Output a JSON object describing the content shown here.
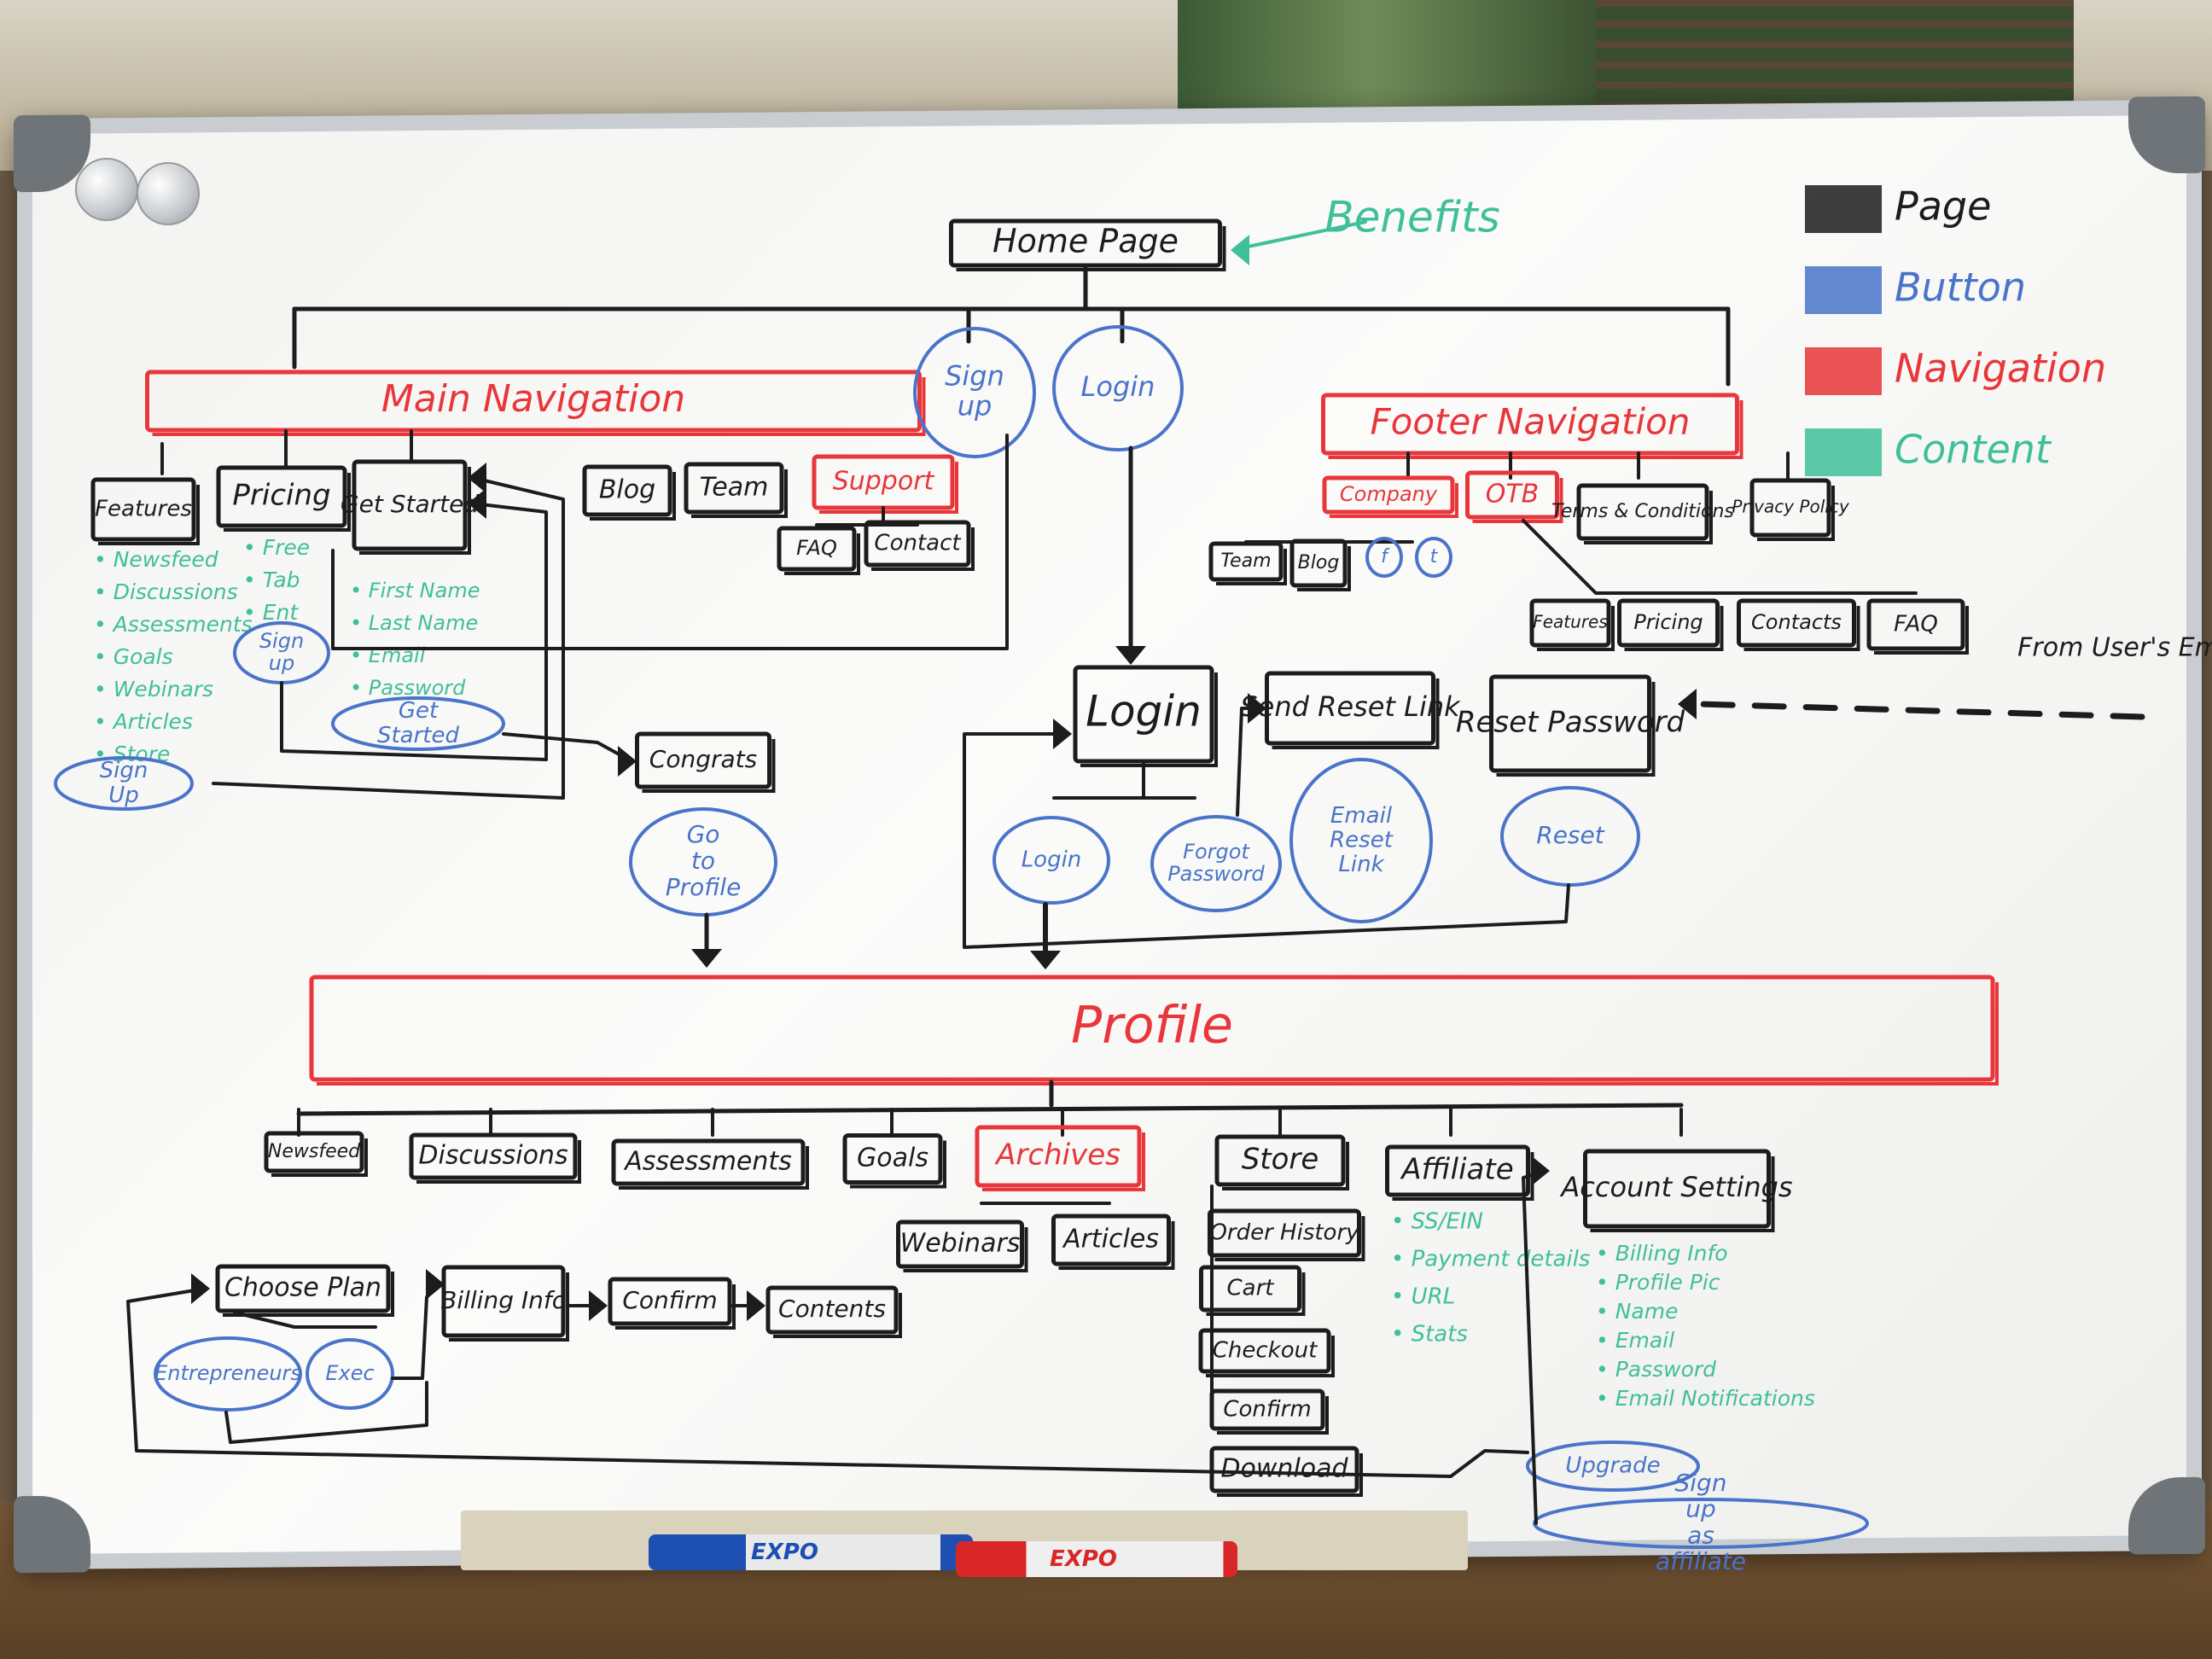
{
  "colors": {
    "page": "#1c1c1c",
    "button": "#4a74c9",
    "navigation": "#e8363a",
    "content": "#3fbf9a",
    "board": "#f6f6f4",
    "frame": "#c9ccd0"
  },
  "legend": [
    {
      "label": "Page",
      "color": "#1c1c1c"
    },
    {
      "label": "Button",
      "color": "#4a74c9"
    },
    {
      "label": "Navigation",
      "color": "#e8363a"
    },
    {
      "label": "Content",
      "color": "#3fbf9a"
    }
  ],
  "tray_markers": [
    "EXPO",
    "EXPO"
  ],
  "nodes": {
    "home_page": "Home Page",
    "benefits": "Benefits",
    "main_navigation": "Main Navigation",
    "sign_up_btn": "Sign up",
    "login_btn_top": "Login",
    "footer_navigation": "Footer Navigation",
    "features": "Features",
    "pricing": "Pricing",
    "get_started": "Get Started",
    "blog": "Blog",
    "team": "Team",
    "support": "Support",
    "faq": "FAQ",
    "contact": "Contact",
    "company": "Company",
    "otb": "OTB",
    "terms": "Terms & Conditions",
    "privacy": "Privacy Policy",
    "footer_team": "Team",
    "footer_blog": "Blog",
    "footer_f": "f",
    "footer_t": "t",
    "footer_features": "Features",
    "footer_pricing": "Pricing",
    "footer_contacts": "Contacts",
    "footer_faq": "FAQ",
    "features_content": [
      "Newsfeed",
      "Discussions",
      "Assessments",
      "Goals",
      "Webinars",
      "Articles",
      "Store"
    ],
    "features_signup": "Sign Up",
    "pricing_content": [
      "Free",
      "Tab",
      "Ent"
    ],
    "pricing_signup": "Sign up",
    "get_started_content": [
      "First Name",
      "Last Name",
      "Email",
      "Password"
    ],
    "get_started_btn": "Get Started",
    "congrats": "Congrats",
    "go_to_profile": "Go to Profile",
    "login_page": "Login",
    "login_btn": "Login",
    "forgot_password": "Forgot Password",
    "send_reset_link": "Send Reset Link",
    "email_reset_link": "Email Reset Link",
    "reset_password": "Reset Password",
    "reset_btn": "Reset",
    "from_users_email": "From User's Email",
    "profile": "Profile",
    "newsfeed": "Newsfeed",
    "discussions": "Discussions",
    "assessments": "Assessments",
    "goals": "Goals",
    "archives": "Archives",
    "webinars": "Webinars",
    "articles": "Articles",
    "store": "Store",
    "order_history": "Order History",
    "cart": "Cart",
    "checkout": "Checkout",
    "confirm_store": "Confirm",
    "download": "Download",
    "affiliate": "Affiliate",
    "affiliate_content": [
      "SS/EIN",
      "Payment details",
      "URL",
      "Stats"
    ],
    "account_settings": "Account Settings",
    "account_content": [
      "Billing Info",
      "Profile Pic",
      "Name",
      "Email",
      "Password",
      "Email Notifications"
    ],
    "upgrade_btn": "Upgrade",
    "sign_up_affiliate_btn": "Sign up as affiliate",
    "choose_plan": "Choose Plan",
    "entrepreneurs_btn": "Entrepreneurs",
    "exec_btn": "Exec",
    "billing_info": "Billing Info",
    "confirm": "Confirm",
    "contents": "Contents"
  }
}
